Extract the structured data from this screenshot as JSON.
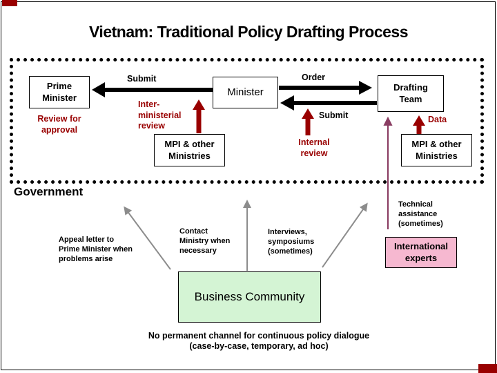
{
  "title": "Vietnam: Traditional Policy Drafting Process",
  "government": {
    "label": "Government",
    "prime_minister_box": "Prime\nMinister",
    "minister_box": "Minister",
    "drafting_team_box": "Drafting\nTeam",
    "mpi_left_box": "MPI & other\nMinistries",
    "mpi_right_box": "MPI & other\nMinistries",
    "submit_left_label": "Submit",
    "order_label": "Order",
    "submit_right_label": "Submit",
    "review_for_approval_label": "Review for\napproval",
    "interministerial_review_label": "Inter-\nministerial\nreview",
    "internal_review_label": "Internal\nreview",
    "data_label": "Data"
  },
  "community": {
    "appeal_note": "Appeal letter to\nPrime Minister when\nproblems arise",
    "contact_note": "Contact\nMinistry when\nnecessary",
    "interviews_note": "Interviews,\nsymposiums\n(sometimes)",
    "technical_note": "Technical\nassistance\n(sometimes)",
    "international_experts_box": "International\nexperts",
    "business_community_box": "Business Community"
  },
  "caption": "No permanent channel for continuous policy dialogue\n(case-by-case, temporary, ad hoc)",
  "colors": {
    "dark_red": "#990000",
    "purple_arrow": "#8A3D62",
    "gray_arrow": "#8C8C8C",
    "green_box": "#D4F4D4",
    "pink_box": "#F6B8D0"
  }
}
